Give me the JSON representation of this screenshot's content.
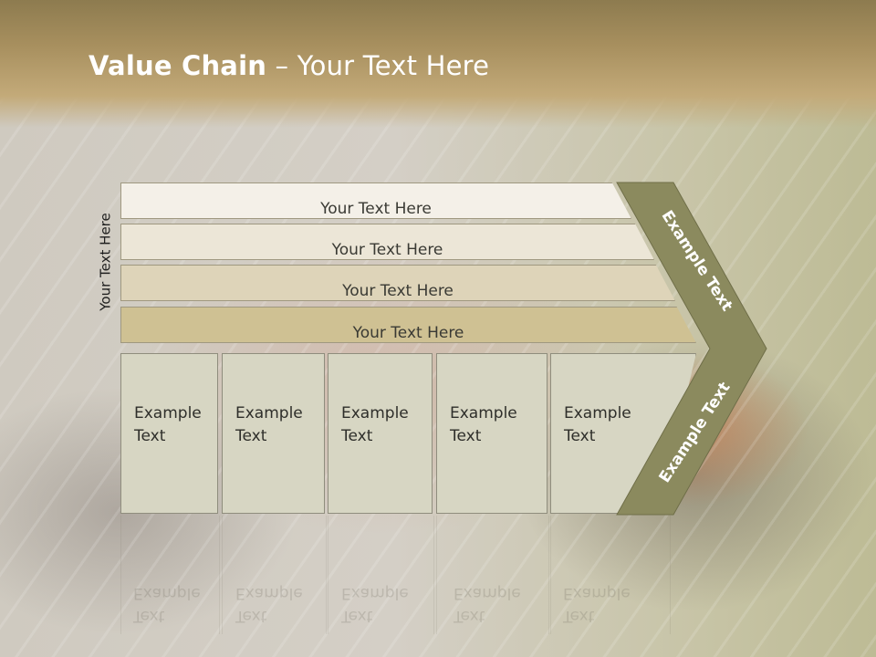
{
  "slide": {
    "title_bold": "Value Chain",
    "title_rest": " – Your Text Here",
    "vertical_label": "Your Text Here"
  },
  "bands": [
    {
      "label": "Your Text Here",
      "color": "#f4f0e8"
    },
    {
      "label": "Your Text Here",
      "color": "#ece6d7"
    },
    {
      "label": "Your Text Here",
      "color": "#ded4b9"
    },
    {
      "label": "Your Text Here",
      "color": "#cfc193"
    }
  ],
  "boxes": [
    {
      "line1": "Example",
      "line2": "Text"
    },
    {
      "line1": "Example",
      "line2": "Text"
    },
    {
      "line1": "Example",
      "line2": "Text"
    },
    {
      "line1": "Example",
      "line2": "Text"
    },
    {
      "line1": "Example",
      "line2": "Text"
    }
  ],
  "chevron": {
    "upper_label": "Example Text",
    "lower_label": "Example Text",
    "color": "#8b8a5e"
  },
  "colors": {
    "header": "#a78f5e",
    "box_fill": "#d7d6c3",
    "title_text": "#ffffff"
  }
}
